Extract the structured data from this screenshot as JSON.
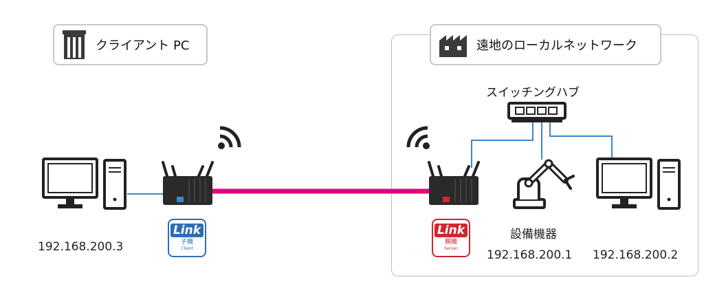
{
  "client_label": {
    "text": "クライアント PC",
    "icon": "building-icon"
  },
  "remote_label": {
    "text": "遠地のローカルネットワーク",
    "icon": "factory-icon"
  },
  "switching_hub": {
    "label": "スイッチングハブ"
  },
  "client_pc": {
    "ip": "192.168.200.3"
  },
  "equipment": {
    "label": "設備機器",
    "ip": "192.168.200.1"
  },
  "remote_pc": {
    "ip": "192.168.200.2"
  },
  "child_unit": {
    "logo": "Link",
    "kind": "子機",
    "sub": "Client",
    "color": "#2e6db4"
  },
  "parent_unit": {
    "logo": "Link",
    "kind": "親機",
    "sub": "Server",
    "color": "#d0262e"
  },
  "colors": {
    "tunnel": "#e6007e",
    "lan": "#3a86c8"
  }
}
